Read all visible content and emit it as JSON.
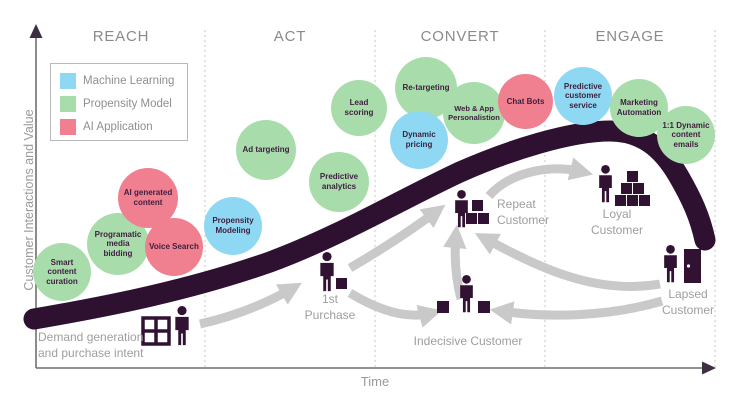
{
  "stages": [
    {
      "label": "REACH"
    },
    {
      "label": "ACT"
    },
    {
      "label": "CONVERT"
    },
    {
      "label": "ENGAGE"
    }
  ],
  "axes": {
    "y_label": "Customer Interactions and Value",
    "x_label": "Time"
  },
  "legend": {
    "items": [
      {
        "label": "Machine Learning",
        "color": "#8fd8f4"
      },
      {
        "label": "Propensity Model",
        "color": "#a9dcab"
      },
      {
        "label": "AI Application",
        "color": "#f0808f"
      }
    ]
  },
  "bubbles": [
    {
      "label": "Smart content curation",
      "category": "Propensity Model"
    },
    {
      "label": "Programatic media bidding",
      "category": "Propensity Model"
    },
    {
      "label": "AI generated content",
      "category": "AI Application"
    },
    {
      "label": "Voice Search",
      "category": "AI Application"
    },
    {
      "label": "Propensity Modeling",
      "category": "Machine Learning"
    },
    {
      "label": "Ad targeting",
      "category": "Propensity Model"
    },
    {
      "label": "Lead scoring",
      "category": "Propensity Model"
    },
    {
      "label": "Predictive analytics",
      "category": "Propensity Model"
    },
    {
      "label": "Re-targeting",
      "category": "Propensity Model"
    },
    {
      "label": "Dynamic pricing",
      "category": "Machine Learning"
    },
    {
      "label": "Web & App Personalistion",
      "category": "Propensity Model"
    },
    {
      "label": "Chat Bots",
      "category": "AI Application"
    },
    {
      "label": "Predictive customer service",
      "category": "Machine Learning"
    },
    {
      "label": "Marketing Automation",
      "category": "Propensity Model"
    },
    {
      "label": "1:1 Dynamic content emails",
      "category": "Propensity Model"
    }
  ],
  "personas": [
    {
      "label": "1st Purchase"
    },
    {
      "label": "Indecisive Customer"
    },
    {
      "label": "Repeat Customer"
    },
    {
      "label": "Loyal Customer"
    },
    {
      "label": "Lapsed Customer"
    }
  ],
  "annotations": {
    "start_note": "Demand generation and purchase intent"
  },
  "colors": {
    "curve": "#2e1130",
    "icon": "#311232",
    "arrow": "#c9c9c9",
    "machine_learning": "#8fd8f4",
    "propensity_model": "#a9dcab",
    "ai_application": "#f0808f"
  }
}
